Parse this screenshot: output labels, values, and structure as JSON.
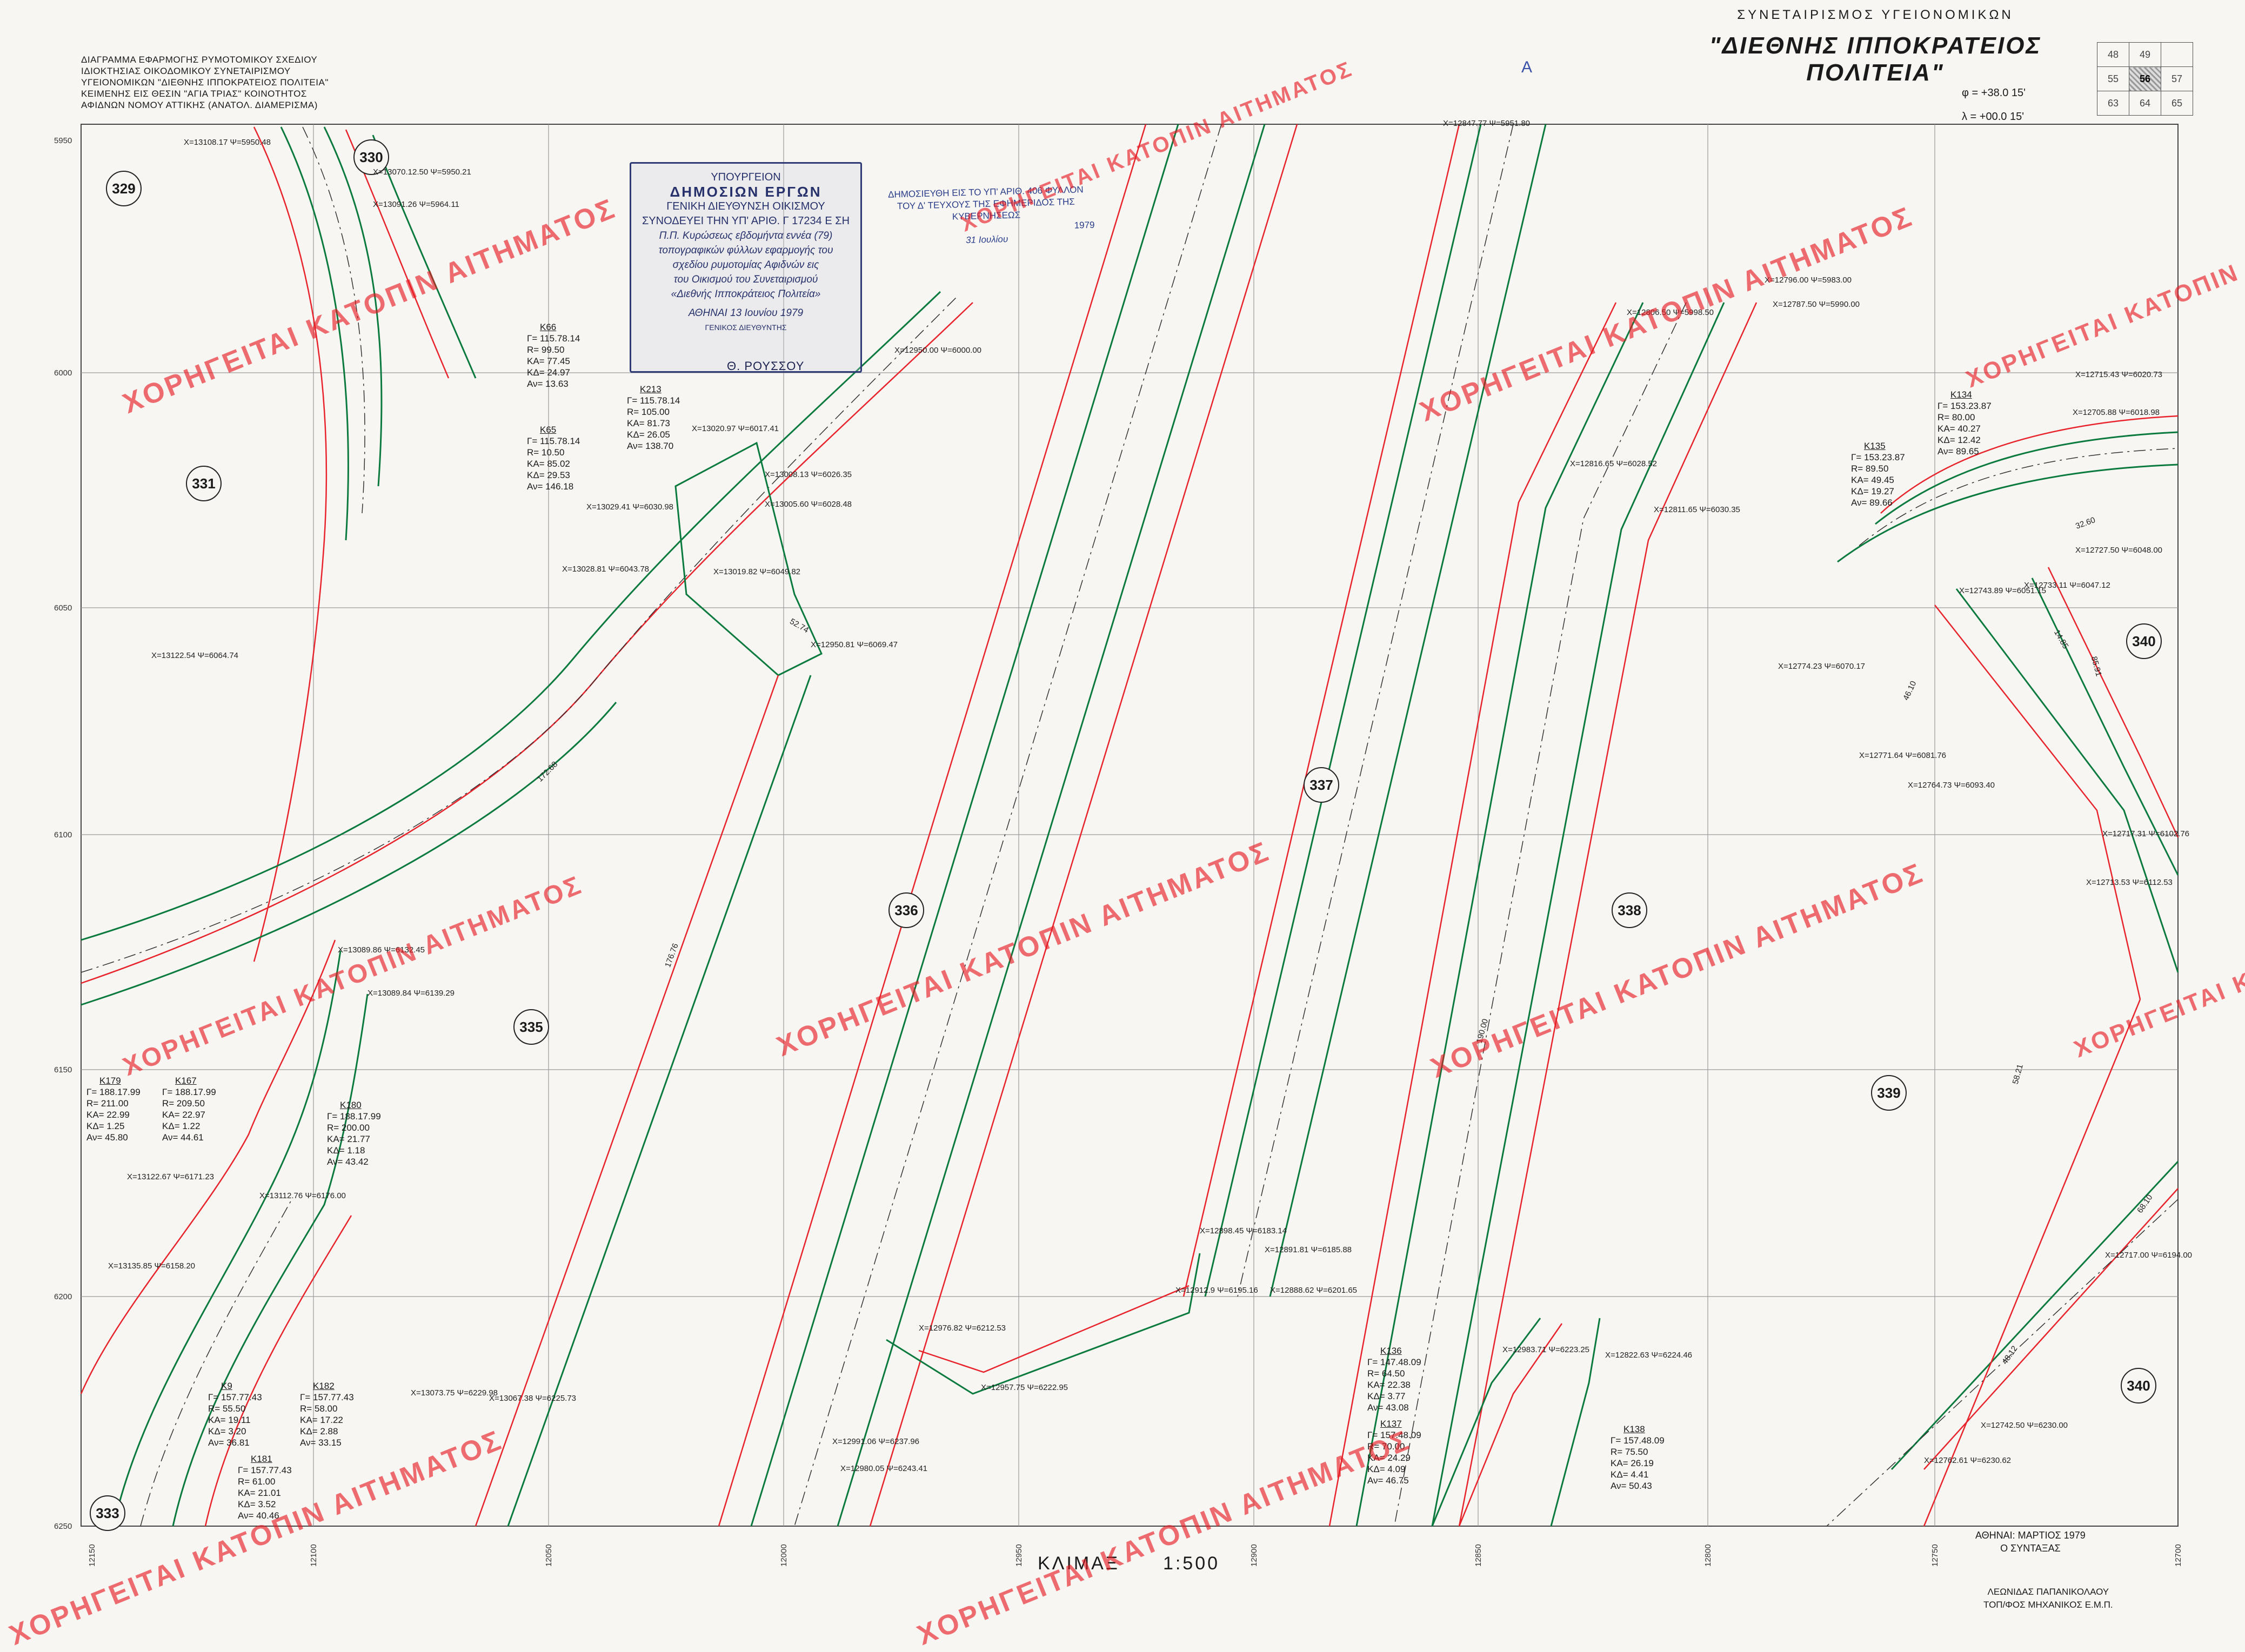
{
  "header_left": [
    "ΔΙΑΓΡΑΜΜΑ ΕΦΑΡΜΟΓΗΣ ΡΥΜΟΤΟΜΙΚΟΥ ΣΧΕΔΙΟΥ",
    "ΙΔΙΟΚΤΗΣΙΑΣ ΟΙΚΟΔΟΜΙΚΟΥ ΣΥΝΕΤΑΙΡΙΣΜΟΥ",
    "ΥΓΕΙΟΝΟΜΙΚΩΝ \"ΔΙΕΘΝΗΣ ΙΠΠΟΚΡΑΤΕΙΟΣ ΠΟΛΙΤΕΙΑ\"",
    "ΚΕΙΜΕΝΗΣ ΕΙΣ ΘΕΣΙΝ \"ΑΓΙΑ ΤΡΙΑΣ\" ΚΟΙΝΟΤΗΤΟΣ",
    "ΑΦΙΔΝΩΝ ΝΟΜΟΥ ΑΤΤΙΚΗΣ (ΑΝΑΤΟΛ. ΔΙΑΜΕΡΙΣΜΑ)"
  ],
  "header_right": {
    "subtitle": "ΣΥΝΕΤΑΙΡΙΣΜΟΣ ΥΓΕΙΟΝΟΜΙΚΩΝ",
    "title": "\"ΔΙΕΘΝΗΣ ΙΠΠΟΚΡΑΤΕΙΟΣ ΠΟΛΙΤΕΙΑ\""
  },
  "pencil_letter": "A",
  "coordinates": {
    "phi": "φ = +38.0 15'",
    "lambda": "λ = +00.0 15'"
  },
  "sheet_index": [
    [
      "48",
      "49",
      ""
    ],
    [
      "55",
      "56",
      "57"
    ],
    [
      "63",
      "64",
      "65"
    ]
  ],
  "stamp": {
    "line1": "ΥΠΟΥΡΓΕΙΟΝ",
    "line2": "ΔΗΜΟΣΙΩΝ ΕΡΓΩΝ",
    "line3": "ΓΕΝΙΚΗ ΔΙΕΥΘΥΝΣΗ ΟΙΚΙΣΜΟΥ",
    "line4": "ΣΥΝΟΔΕΥΕΙ ΤΗΝ ΥΠ' ΑΡΙΘ. Γ 17234 Ε ΣΗ",
    "line5": "Π.Π. Κυρώσεως εβδομήντα εννέα (79)",
    "line6": "τοπογραφικών φύλλων εφαρμογής του",
    "line7": "σχεδίου ρυμοτομίας Αφιδνών εις",
    "line8": "του Οικισμού του Συνεταιρισμού",
    "line9": "«Διεθνής Ιπποκράτειος Πολιτεία»",
    "date": "ΑΘΗΝΑΙ 13 Ιουνίου 1979",
    "dept": "ΓΕΝΙΚΟΣ ΔΙΕΥΘΥΝΤΗΣ",
    "signer": "Θ. ΡΟΥΣΣΟΥ"
  },
  "publication_stamp": [
    "ΔΗΜΟΣΙΕΥΘΗ ΕΙΣ ΤΟ ΥΠ' ΑΡΙΘ. 406 ΦΥΛΛΟΝ",
    "ΤΟΥ Δ' ΤΕΥΧΟΥΣ ΤΗΣ ΕΦΗΜΕΡΙΔΟΣ ΤΗΣ ΚΥΒΕΡΝΗΣΕΩΣ",
    "1979",
    "31 Ιουλίου"
  ],
  "watermark_text": "ΧΟΡΗΓΕΙΤΑΙ ΚΑΤΟΠΙΝ ΑΙΤΗΜΑΤΟΣ",
  "blocks": [
    "329",
    "330",
    "331",
    "333",
    "335",
    "336",
    "337",
    "338",
    "339",
    "340",
    "340"
  ],
  "curves": [
    {
      "id": "K66",
      "lines": [
        "Γ= 115.78.14",
        "R= 99.50",
        "ΚΑ= 77.45",
        "ΚΔ= 24.97",
        "Αν= 13.63"
      ]
    },
    {
      "id": "K65",
      "lines": [
        "Γ= 115.78.14",
        "R= 10.50",
        "ΚΑ= 85.02",
        "ΚΔ= 29.53",
        "Αν= 146.18"
      ]
    },
    {
      "id": "K213",
      "lines": [
        "Γ= 115.78.14",
        "R= 105.00",
        "ΚΑ= 81.73",
        "ΚΔ= 26.05",
        "Αν= 138.70"
      ]
    },
    {
      "id": "K134",
      "lines": [
        "Γ= 153.23.87",
        "R= 80.00",
        "ΚΑ= 40.27",
        "ΚΔ= 12.42",
        "Αν= 89.65"
      ]
    },
    {
      "id": "K135",
      "lines": [
        "Γ= 153.23.87",
        "R= 89.50",
        "ΚΑ= 49.45",
        "ΚΔ= 19.27",
        "Αν= 89.66"
      ]
    },
    {
      "id": "K179",
      "lines": [
        "Γ= 188.17.99",
        "R= 211.00",
        "ΚΑ= 22.99",
        "ΚΔ= 1.25",
        "Αν= 45.80"
      ]
    },
    {
      "id": "K167",
      "lines": [
        "Γ= 188.17.99",
        "R= 209.50",
        "ΚΑ= 22.97",
        "ΚΔ= 1.22",
        "Αν= 44.61"
      ]
    },
    {
      "id": "K180",
      "lines": [
        "Γ= 188.17.99",
        "R= 200.00",
        "ΚΑ= 21.77",
        "ΚΔ= 1.18",
        "Αν= 43.42"
      ]
    },
    {
      "id": "K9",
      "lines": [
        "Γ= 157.77.43",
        "R= 55.50",
        "ΚΑ= 19.11",
        "ΚΔ= 3.20",
        "Αν= 36.81"
      ]
    },
    {
      "id": "K182",
      "lines": [
        "Γ= 157.77.43",
        "R= 58.00",
        "ΚΑ= 17.22",
        "ΚΔ= 2.88",
        "Αν= 33.15"
      ]
    },
    {
      "id": "K181",
      "lines": [
        "Γ= 157.77.43",
        "R= 61.00",
        "ΚΑ= 21.01",
        "ΚΔ= 3.52",
        "Αν= 40.46"
      ]
    },
    {
      "id": "K136",
      "lines": [
        "Γ= 147.48.09",
        "R= 64.50",
        "ΚΑ= 22.38",
        "ΚΔ= 3.77",
        "Αν= 43.08"
      ]
    },
    {
      "id": "K137",
      "lines": [
        "Γ= 157.48.09",
        "R= 70.00",
        "ΚΑ= 24.29",
        "ΚΔ= 4.09",
        "Αν= 46.75"
      ]
    },
    {
      "id": "K138",
      "lines": [
        "Γ= 157.48.09",
        "R= 75.50",
        "ΚΑ= 26.19",
        "ΚΔ= 4.41",
        "Αν= 50.43"
      ]
    }
  ],
  "grid_labels_left": [
    "5950",
    "6000",
    "6050",
    "6100",
    "6150",
    "6200",
    "6250"
  ],
  "grid_labels_bottom": [
    "12150",
    "12100",
    "12050",
    "12000",
    "12950",
    "12900",
    "12850",
    "12800",
    "12750",
    "12700"
  ],
  "points": [
    {
      "label": "Χ=13020.97 Ψ=6017.41"
    },
    {
      "label": "Χ=13008.13 Ψ=6026.35"
    },
    {
      "label": "Χ=13005.60 Ψ=6028.48"
    },
    {
      "label": "Χ=13029.41 Ψ=6030.98"
    },
    {
      "label": "Χ=13028.81 Ψ=6043.78"
    },
    {
      "label": "Χ=13019.82 Ψ=6049.82"
    },
    {
      "label": "Χ=12950.81 Ψ=6069.47"
    },
    {
      "label": "Χ=12950.00 Ψ=6000.00"
    },
    {
      "label": "Χ=12847.77 Ψ=5951.80"
    },
    {
      "label": "Χ=12806.50 Ψ=5998.50"
    },
    {
      "label": "Χ=12796.00 Ψ=5983.00"
    },
    {
      "label": "Χ=12787.50 Ψ=5990.00"
    },
    {
      "label": "Χ=12816.65 Ψ=6028.52"
    },
    {
      "label": "Χ=12811.65 Ψ=6030.35"
    },
    {
      "label": "Χ=12715.43 Ψ=6020.73"
    },
    {
      "label": "Χ=12705.88 Ψ=6018.98"
    },
    {
      "label": "Χ=12727.50 Ψ=6048.00"
    },
    {
      "label": "Χ=12743.89 Ψ=6051.15"
    },
    {
      "label": "Χ=12733.11 Ψ=6047.12"
    },
    {
      "label": "Χ=12774.23 Ψ=6070.17"
    },
    {
      "label": "Χ=12771.64 Ψ=6081.76"
    },
    {
      "label": "Χ=12764.73 Ψ=6093.40"
    },
    {
      "label": "Χ=13122.54 Ψ=6064.74"
    },
    {
      "label": "Χ=13070.12.50 Ψ=5950.21"
    },
    {
      "label": "Χ=13091.26 Ψ=5964.11"
    },
    {
      "label": "Χ=13108.17 Ψ=5950.48"
    },
    {
      "label": "Χ=13089.86 Ψ=6132.45"
    },
    {
      "label": "Χ=13089.84 Ψ=6139.29"
    },
    {
      "label": "Χ=13112.76 Ψ=6176.00"
    },
    {
      "label": "Χ=13122.67 Ψ=6171.23"
    },
    {
      "label": "Χ=13135.85 Ψ=6158.20"
    },
    {
      "label": "Χ=12898.45 Ψ=6183.14"
    },
    {
      "label": "Χ=12891.81 Ψ=6185.88"
    },
    {
      "label": "Χ=12912.9 Ψ=6195.16"
    },
    {
      "label": "Χ=12888.62 Ψ=6201.65"
    },
    {
      "label": "Χ=12976.82 Ψ=6212.53"
    },
    {
      "label": "Χ=12957.75 Ψ=6222.95"
    },
    {
      "label": "Χ=12991.06 Ψ=6237.96"
    },
    {
      "label": "Χ=12980.05 Ψ=6243.41"
    },
    {
      "label": "Χ=12983.71 Ψ=6223.25"
    },
    {
      "label": "Χ=12822.63 Ψ=6224.46"
    },
    {
      "label": "Χ=12717.00 Ψ=6194.00"
    },
    {
      "label": "Χ=12742.50 Ψ=6230.00"
    },
    {
      "label": "Χ=12762.61 Ψ=6230.62"
    },
    {
      "label": "Χ=13073.75 Ψ=6229.98"
    },
    {
      "label": "Χ=13067.38 Ψ=6225.73"
    },
    {
      "label": "Χ=12717.31 Ψ=6102.76"
    },
    {
      "label": "Χ=12713.53 Ψ=6112.53"
    }
  ],
  "segment_lengths": [
    "52.74",
    "172.68",
    "176.76",
    "190.00",
    "14.85",
    "32.60",
    "46.10",
    "48.12",
    "85.91",
    "58.21",
    "68.10"
  ],
  "scale": {
    "label": "ΚΛΙΜΑΞ",
    "value": "1:500"
  },
  "footer_date": [
    "ΑΘΗΝΑΙ: ΜΑΡΤΙΟΣ 1979",
    "Ο ΣΥΝΤΑΞΑΣ"
  ],
  "footer_author": [
    "ΛΕΩΝΙΔΑΣ ΠΑΠΑΝΙΚΟΛΑΟΥ",
    "ΤΟΠ/ΦΟΣ ΜΗΧΑΝΙΚΟΣ Ε.Μ.Π."
  ],
  "colors": {
    "building_line": "#e8232b",
    "street_line": "#0b7a3e",
    "axis_line": "#333333",
    "stamp_ink": "#2e3b75"
  }
}
